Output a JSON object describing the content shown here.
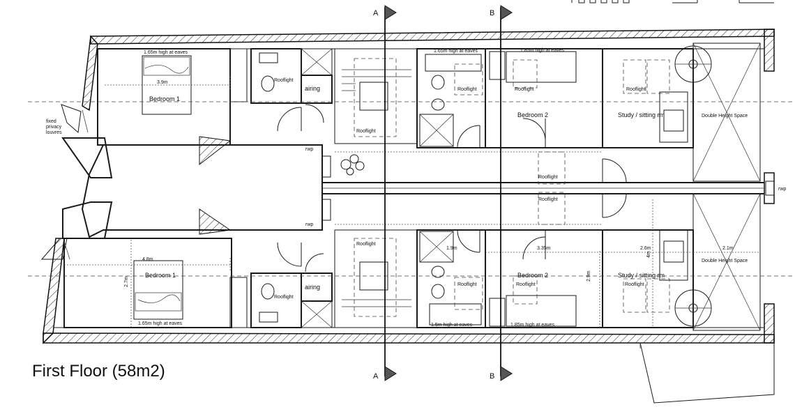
{
  "title": "First Floor (58m2)",
  "section_markers": [
    "A",
    "B"
  ],
  "notes": {
    "fixed_privacy_louvres": [
      "fixed",
      "privacy",
      "louvres"
    ],
    "eaves_165": "1.65m high at eaves",
    "eaves_185": "1.85m high at eaves",
    "eaves_15": "1.5m high at eaves",
    "rwp": "rwp",
    "airing": "airing",
    "rooflight": "Rooflight"
  },
  "rooms": {
    "bedroom1": "Bedroom 1",
    "bedroom2": "Bedroom 2",
    "study": "Study / sitting rm",
    "double_height": "Double Height Space"
  },
  "dimensions": {
    "upper_bed1_width": "3.9m",
    "lower_bed1_width": "4.8m",
    "lower_bed1_depth": "2.7m",
    "lower_bath_width": "1.9m",
    "lower_bed2_width": "3.35m",
    "lower_bed2_depth": "2.9m",
    "lower_study_width": "2.6m",
    "lower_study_depth": "4m",
    "lower_dhs_width": "2.1m"
  }
}
